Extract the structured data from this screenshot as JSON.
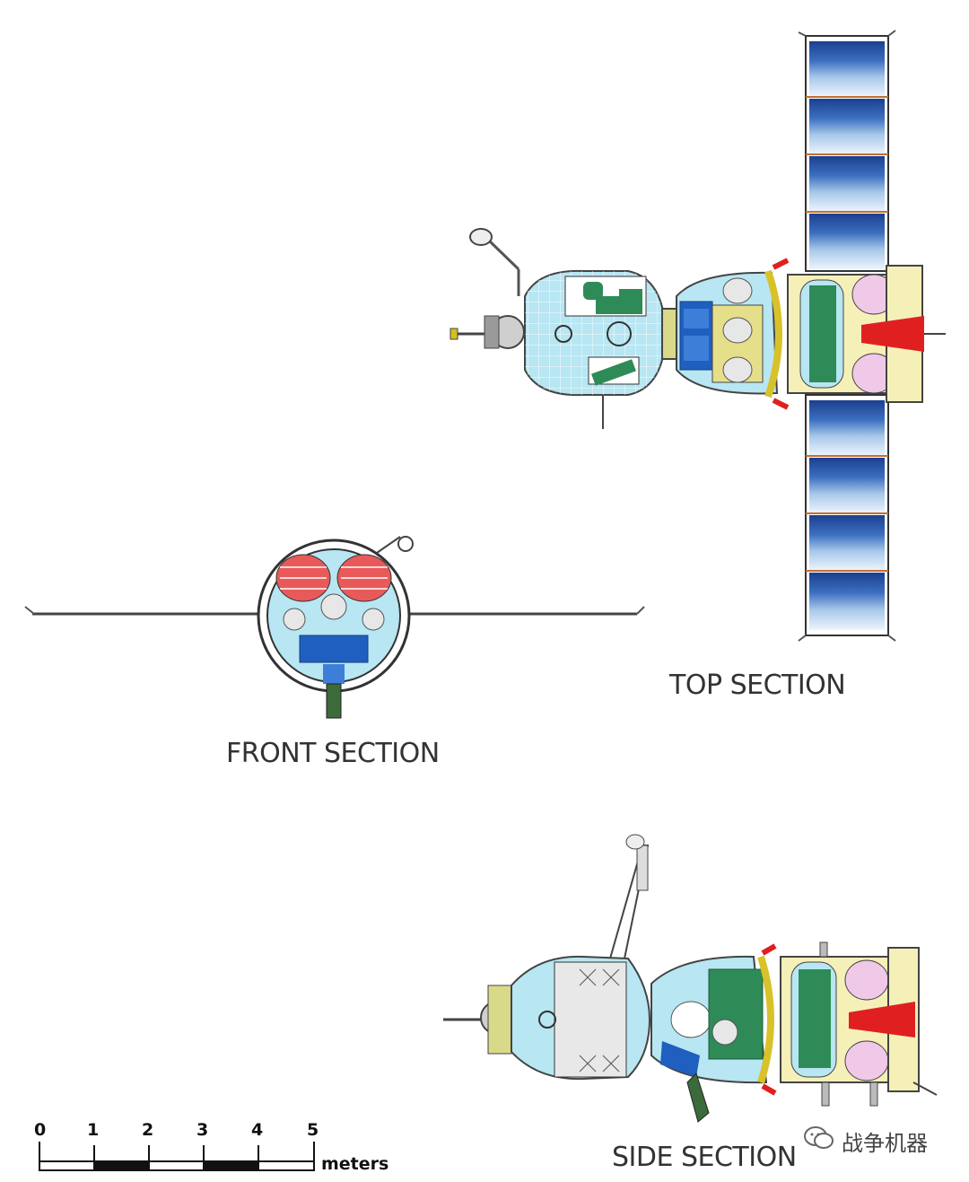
{
  "labels": {
    "top": "TOP SECTION",
    "front": "FRONT SECTION",
    "side": "SIDE SECTION"
  },
  "scale": {
    "ticks": [
      "0",
      "1",
      "2",
      "3",
      "4",
      "5"
    ],
    "units": "meters"
  },
  "watermark": {
    "text": "战争机器",
    "icon": "wechat-icon"
  },
  "colors": {
    "orbital_module": "#b8e6f2",
    "habitation_green": "#2e8b57",
    "crew_blue": "#1f5fbf",
    "service_module": "#f5f0b8",
    "propellant_tank": "#f0c8e8",
    "engine_red": "#e02020",
    "solar_dark": "#1c3f8f",
    "solar_light": "#e8f2fb",
    "heat_shield": "#e85a5a"
  }
}
